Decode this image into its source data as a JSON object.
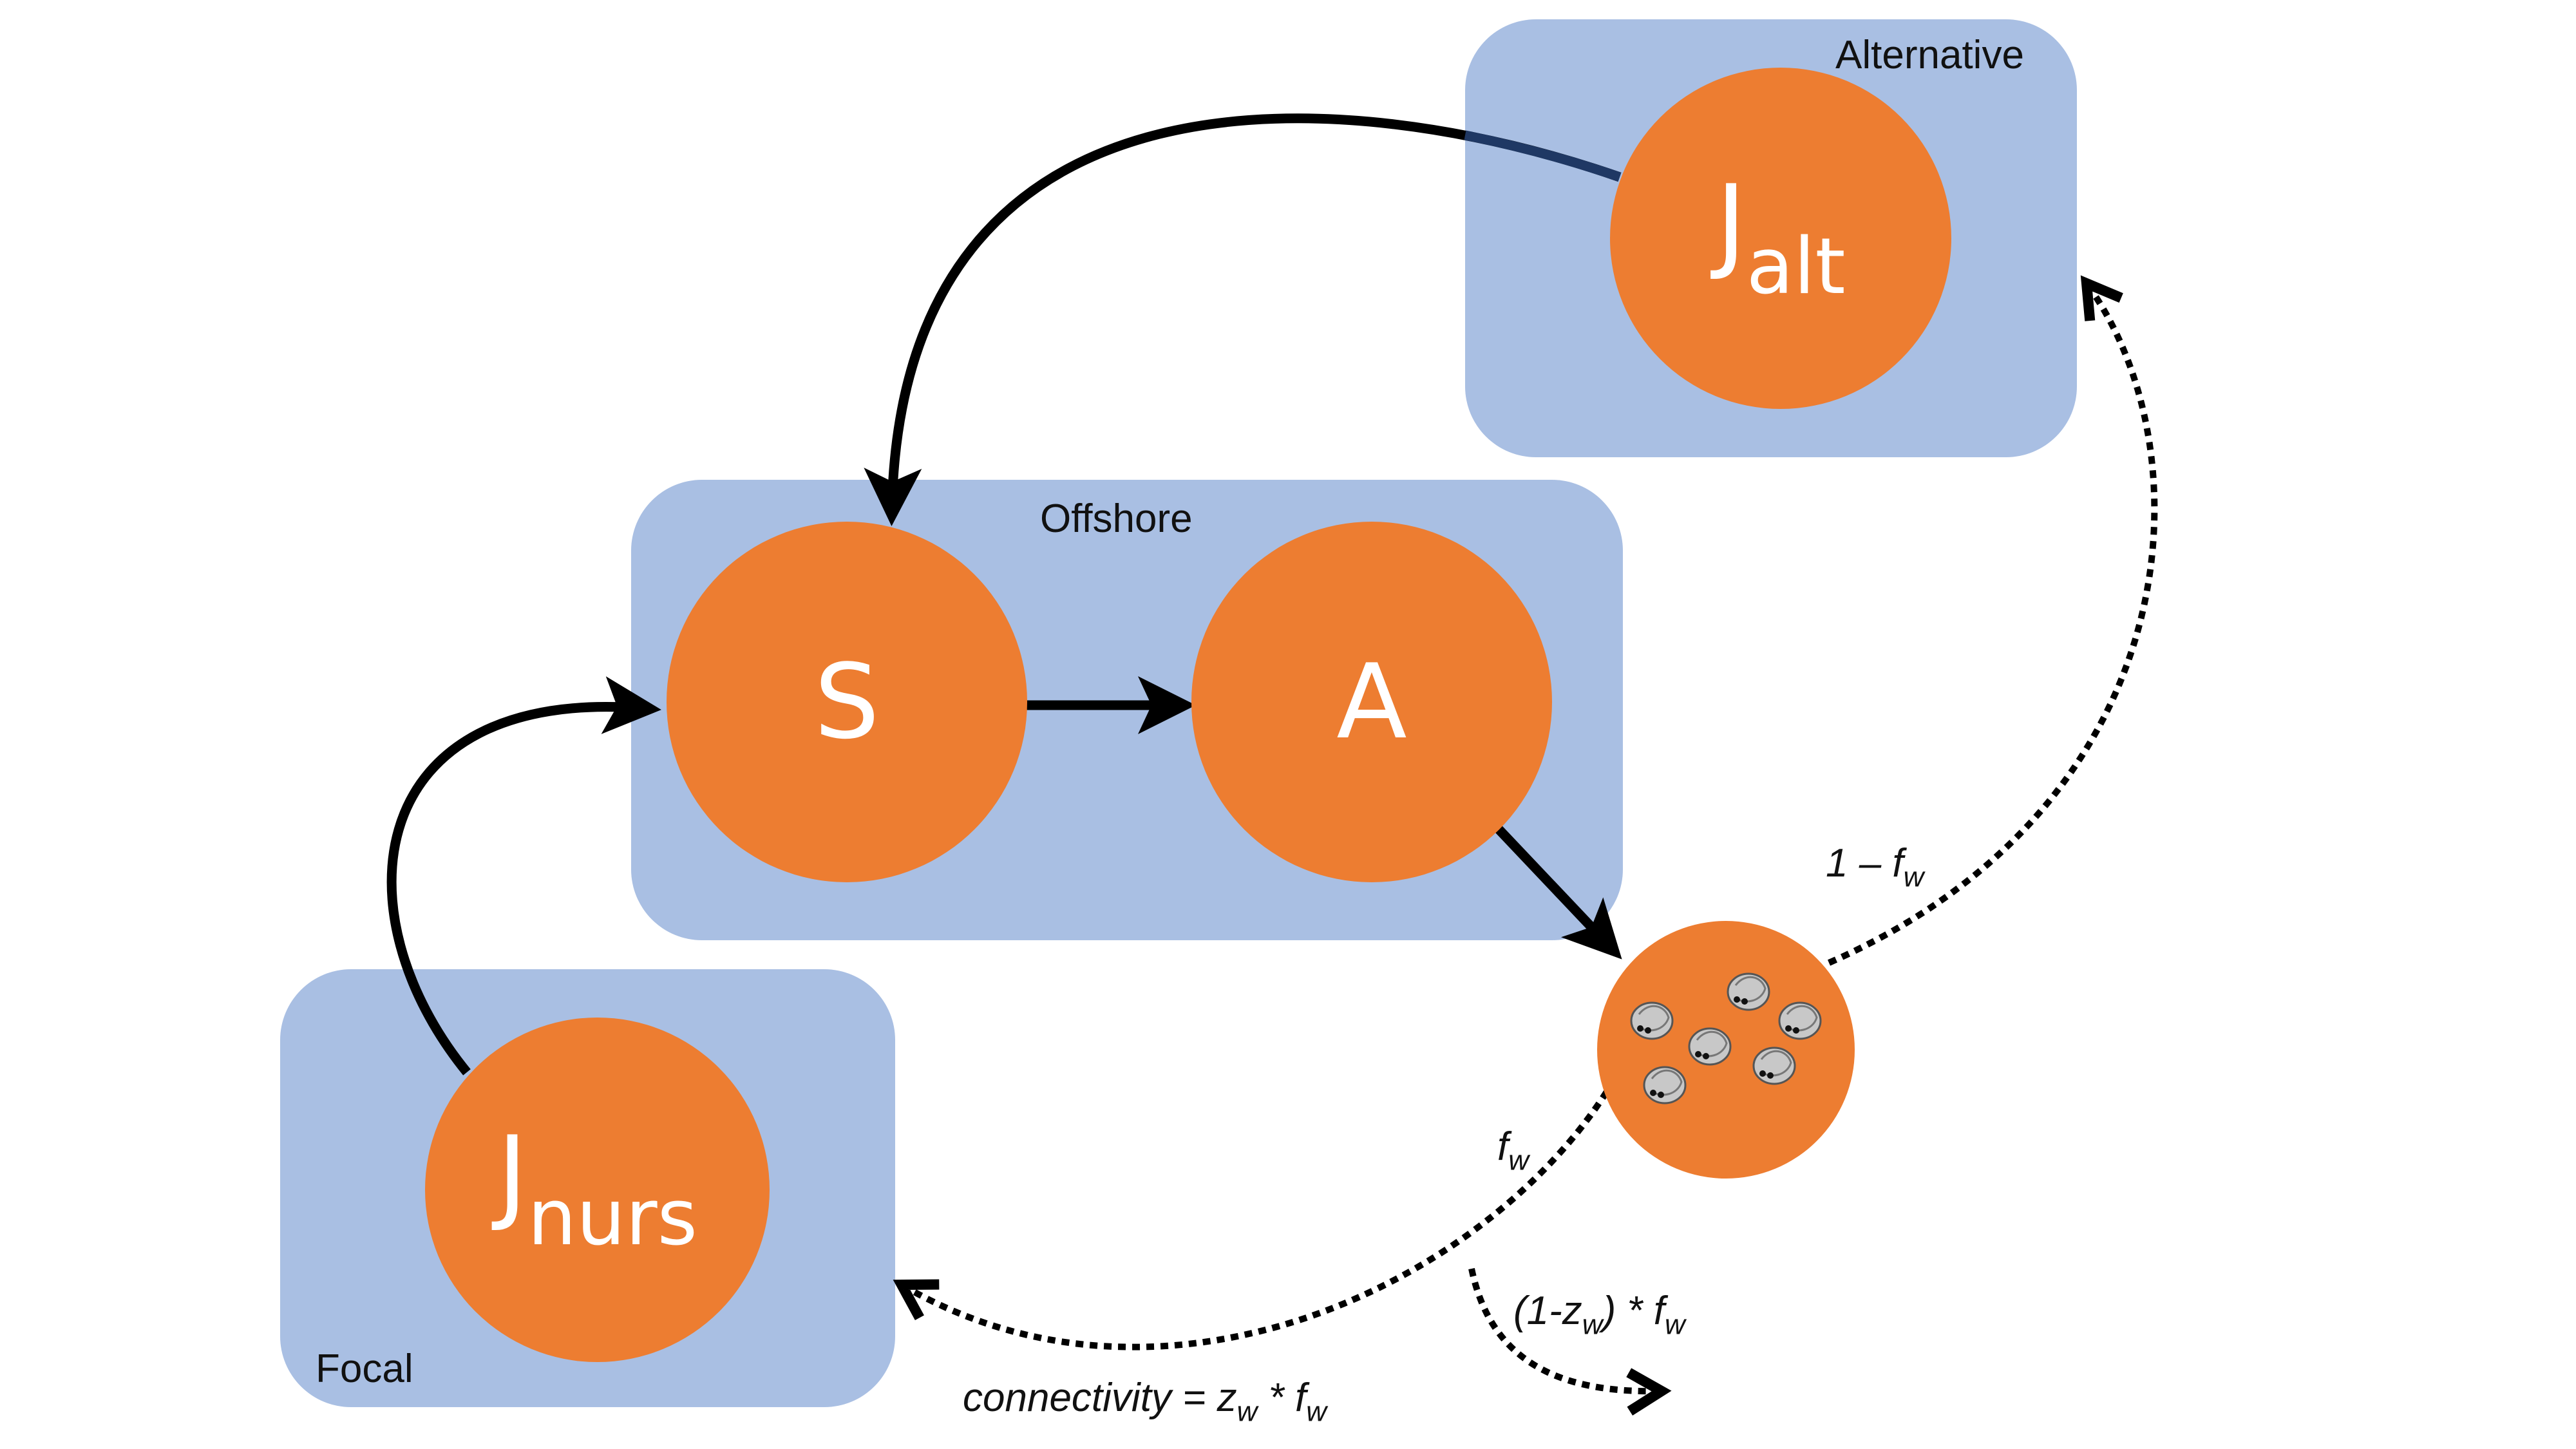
{
  "regions": {
    "alternative": "Alternative",
    "offshore": "Offshore",
    "focal": "Focal"
  },
  "nodes": {
    "j_alt": {
      "main": "J",
      "sub": "alt"
    },
    "spawner": {
      "main": "S"
    },
    "adult": {
      "main": "A"
    },
    "j_nurs": {
      "main": "J",
      "sub": "nurs"
    }
  },
  "edge_labels": {
    "to_alternative": {
      "pre": "1 – f",
      "sub": "w"
    },
    "to_focal_fraction": {
      "pre": "f",
      "sub": "w"
    },
    "lost": {
      "pre": "(1-z",
      "sub": "w",
      "mid": ") * f",
      "sub2": "w"
    },
    "connectivity": {
      "pre": "connectivity = z",
      "sub": "w",
      "mid": " * f",
      "sub2": "w"
    }
  },
  "colors": {
    "box_fill": "#a9bfe3",
    "node_fill": "#ed7d31",
    "node_text": "#ffffff",
    "arrow": "#000000",
    "arrow_tail_dark": "#1f3864",
    "larva_fill": "#c8c8c8"
  },
  "icons": {
    "larvae": "larva-icon"
  }
}
